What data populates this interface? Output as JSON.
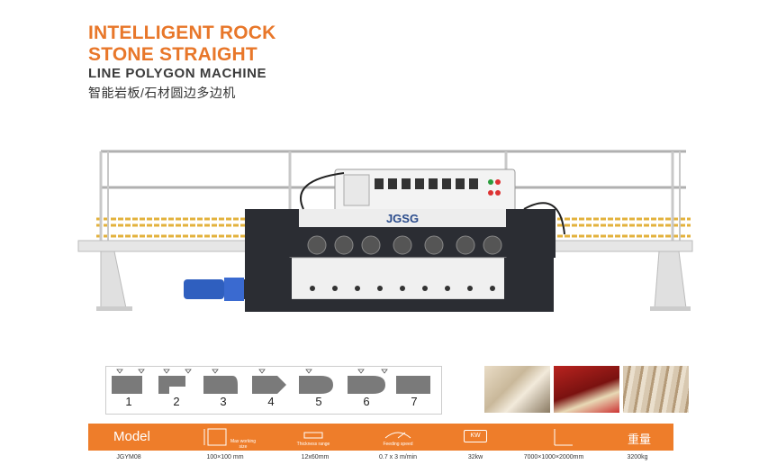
{
  "header": {
    "title_line1": "INTELLIGENT ROCK",
    "title_line2": "STONE STRAIGHT",
    "title_line3": "LINE POLYGON MACHINE",
    "title_cn": "智能岩板/石材圆边多边机"
  },
  "machine": {
    "brand_logo": "JGSG",
    "panel_logo": "JGSG"
  },
  "profiles": [
    "1",
    "2",
    "3",
    "4",
    "5",
    "6",
    "7"
  ],
  "specs": {
    "model_label": "Model",
    "icon_labels": {
      "max_working_size": "Max working size",
      "thickness_range": "Thickness range",
      "feeding_speed": "Feeding speed",
      "power": "KW",
      "weight_cn": "重量"
    },
    "values": {
      "model": "JGYM08",
      "size": "100×100 mm",
      "thickness": "12x60mm",
      "speed": "0.7 x 3 m/min",
      "power": "32kw",
      "dimensions": "7000×1000×2000mm",
      "weight": "3200kg"
    }
  },
  "colors": {
    "accent": "#ee7d2a",
    "title": "#e8772a",
    "dark_machine": "#2b2d33",
    "rail_yellow": "#e3b23c",
    "motor_blue": "#2f5fbf"
  }
}
